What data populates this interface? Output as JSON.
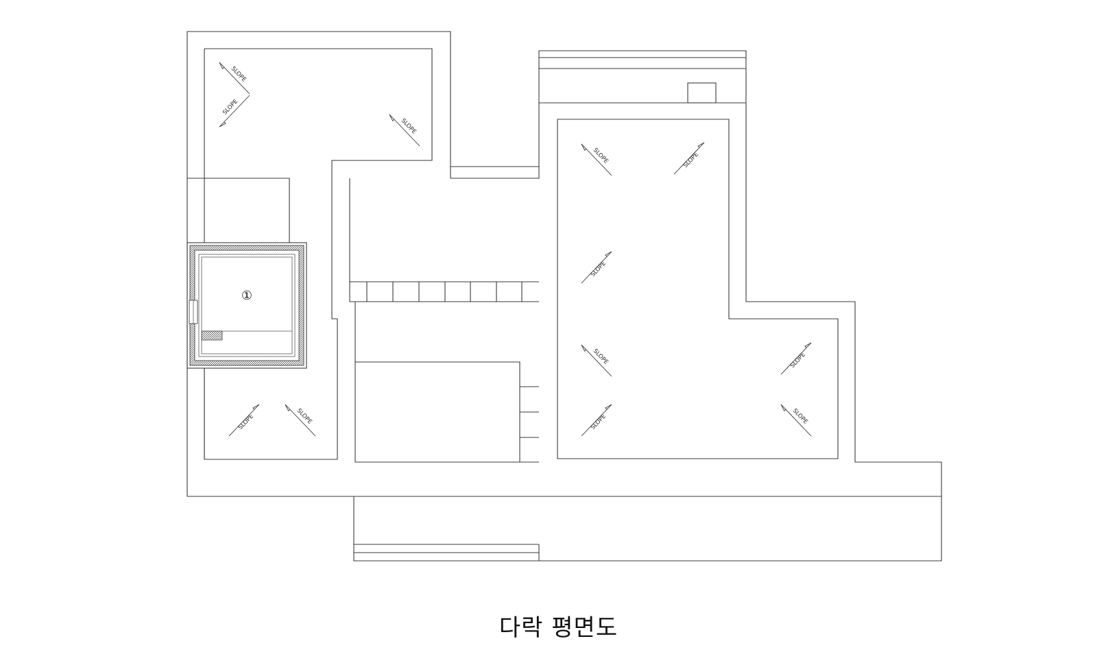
{
  "title": "다락 평면도",
  "slope_label": "SLOPE",
  "room_marker": "①",
  "line_color": "#3a3a3a",
  "background": "#ffffff"
}
